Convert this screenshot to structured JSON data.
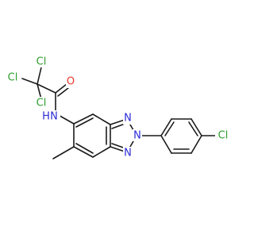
{
  "molecule": {
    "atom_labels": {
      "cl_top": "Cl",
      "cl_left": "Cl",
      "cl_bottom": "Cl",
      "oxygen": "O",
      "amide_nh": "N",
      "amide_h": "H",
      "triazole_n_top": "N",
      "triazole_n_mid": "N",
      "triazole_n_bottom": "N",
      "cl_phenyl": "Cl"
    },
    "colors": {
      "bond": "#1a1a1a",
      "chlorine": "#2e9e2e",
      "oxygen": "#e8392b",
      "nitrogen": "#2b2bd6"
    }
  }
}
